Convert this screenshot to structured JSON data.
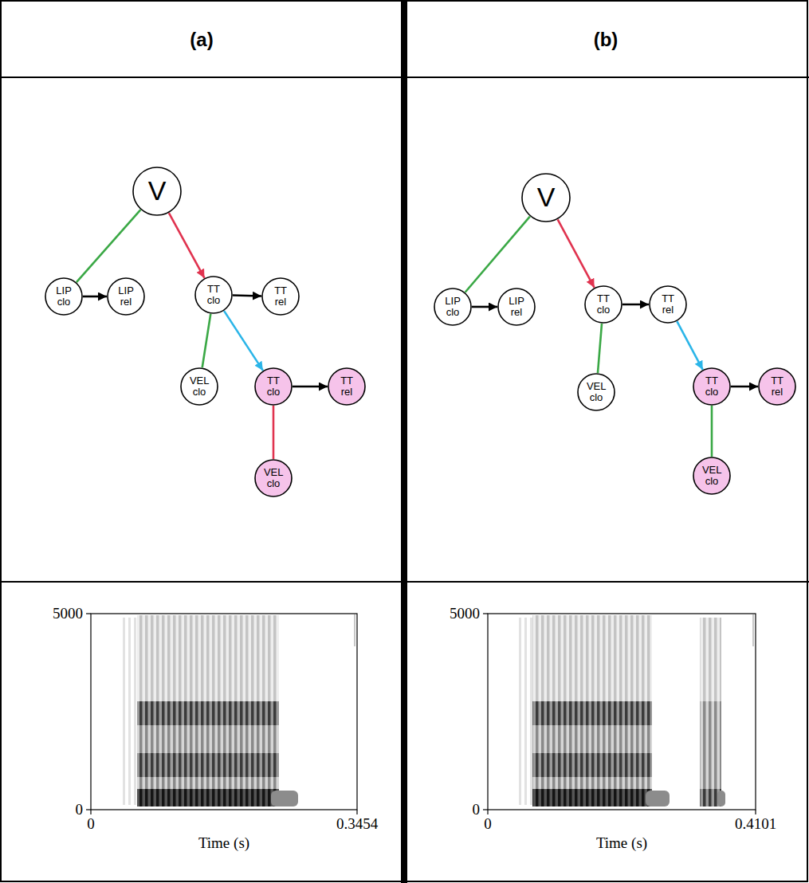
{
  "diagram": {
    "nodes": [
      {
        "text": [
          "V"
        ]
      },
      {
        "text": [
          "LIP clo"
        ]
      },
      {
        "text": [
          "LIP rel"
        ]
      },
      {
        "text": [
          "TT clo"
        ]
      },
      {
        "text": [
          "TT rel"
        ]
      },
      {
        "text": [
          "VEL clo"
        ]
      },
      {
        "text": [
          "TT clo"
        ]
      },
      {
        "text": [
          "TT rel"
        ]
      },
      {
        "text": [
          "VEL clo"
        ]
      },
      {
        "text": [
          "V"
        ]
      },
      {
        "text": [
          "LIP clo"
        ]
      },
      {
        "text": [
          "LIP rel"
        ]
      },
      {
        "text": [
          "TT clo"
        ]
      },
      {
        "text": [
          "TT rel"
        ]
      },
      {
        "text": [
          "VEL clo"
        ]
      },
      {
        "text": [
          "TT clo"
        ]
      },
      {
        "text": [
          "TT rel"
        ]
      },
      {
        "text": [
          "VEL clo"
        ]
      }
    ],
    "edges": [
      {
        "from": 0,
        "to": 1,
        "arrow": "none"
      },
      {
        "from": 0,
        "to": 3,
        "arrow": "to"
      },
      {
        "from": 1,
        "to": 2,
        "arrow": "to"
      },
      {
        "from": 3,
        "to": 4,
        "arrow": "to"
      },
      {
        "from": 3,
        "to": 5,
        "arrow": "none"
      },
      {
        "from": 3,
        "to": 6,
        "arrow": "to"
      },
      {
        "from": 6,
        "to": 7,
        "arrow": "to"
      },
      {
        "from": 6,
        "to": 8,
        "arrow": "none"
      },
      {
        "from": 9,
        "to": 10,
        "arrow": "none"
      },
      {
        "from": 9,
        "to": 12,
        "arrow": "to"
      },
      {
        "from": 10,
        "to": 11,
        "arrow": "to"
      },
      {
        "from": 12,
        "to": 13,
        "arrow": "to"
      },
      {
        "from": 12,
        "to": 14,
        "arrow": "none"
      },
      {
        "from": 13,
        "to": 15,
        "arrow": "to"
      },
      {
        "from": 15,
        "to": 16,
        "arrow": "to"
      },
      {
        "from": 15,
        "to": 17,
        "arrow": "none"
      }
    ],
    "labels": [
      "(a)",
      "(b)",
      "5000",
      "0",
      "0",
      "0.3454",
      "Time (s)",
      "5000",
      "0",
      "0",
      "0.4101",
      "Time (s)"
    ]
  }
}
